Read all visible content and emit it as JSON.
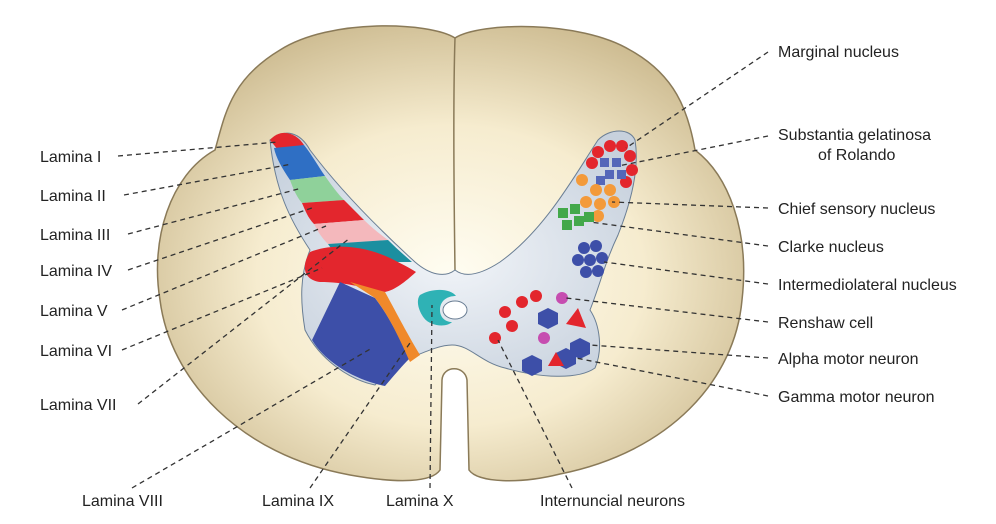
{
  "labels_left": [
    {
      "id": "lamina-1",
      "text": "Lamina I"
    },
    {
      "id": "lamina-2",
      "text": "Lamina II"
    },
    {
      "id": "lamina-3",
      "text": "Lamina III"
    },
    {
      "id": "lamina-4",
      "text": "Lamina IV"
    },
    {
      "id": "lamina-5",
      "text": "Lamina V"
    },
    {
      "id": "lamina-6",
      "text": "Lamina VI"
    },
    {
      "id": "lamina-7",
      "text": "Lamina VII"
    }
  ],
  "labels_bottom": [
    {
      "id": "lamina-8",
      "text": "Lamina VIII"
    },
    {
      "id": "lamina-9",
      "text": "Lamina IX"
    },
    {
      "id": "lamina-10",
      "text": "Lamina X"
    },
    {
      "id": "internuncial",
      "text": "Internuncial neurons"
    }
  ],
  "labels_right": [
    {
      "id": "marginal",
      "lines": [
        "Marginal nucleus"
      ]
    },
    {
      "id": "substantia",
      "lines": [
        "Substantia gelatinosa",
        "of Rolando"
      ]
    },
    {
      "id": "chief-sensory",
      "lines": [
        "Chief sensory nucleus"
      ]
    },
    {
      "id": "clarke",
      "lines": [
        "Clarke nucleus"
      ]
    },
    {
      "id": "intermediolateral",
      "lines": [
        "Intermediolateral nucleus"
      ]
    },
    {
      "id": "renshaw",
      "lines": [
        "Renshaw cell"
      ]
    },
    {
      "id": "alpha",
      "lines": [
        "Alpha motor neuron"
      ]
    },
    {
      "id": "gamma",
      "lines": [
        "Gamma motor neuron"
      ]
    }
  ],
  "colors": {
    "white_matter": "#e7d6b0",
    "white_matter_edge": "#8a7a58",
    "gray_matter": "#d9e0e8",
    "lamina_1": "#e3262d",
    "lamina_2": "#2f6fc4",
    "lamina_3": "#8fd19a",
    "lamina_4": "#e3262d",
    "lamina_5": "#f4b8bc",
    "lamina_6": "#1b8fa0",
    "lamina_7": "#e3262d",
    "lamina_8": "#3d4fa8",
    "lamina_9": "#f0892a",
    "lamina_10": "#2fb2b5",
    "marginal_cells": "#e3262d",
    "substantia_cells": "#5467b9",
    "chief_sensory_cells": "#f39a3a",
    "clarke_cells": "#43a84a",
    "intermediolateral_cells": "#3d4fa8",
    "renshaw_cells": "#c64db0",
    "alpha_cells": "#3d4fa8",
    "gamma_cells": "#e3262d",
    "internuncial_cells": "#e3262d"
  }
}
